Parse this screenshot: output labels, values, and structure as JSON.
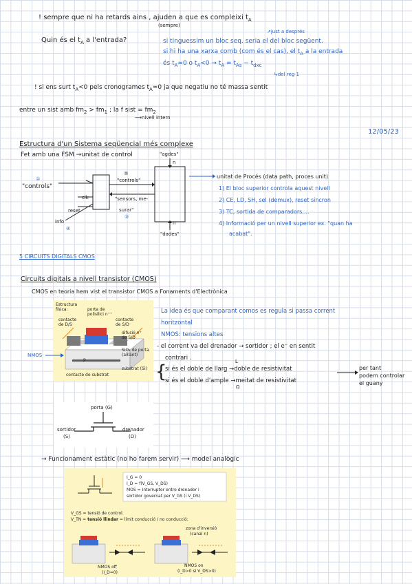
{
  "top": {
    "line1": "! sempre que ni ha retards ains , ajuden a que es compleixi t",
    "line1_sub": "A",
    "line1_paren": "(sempre)",
    "q_label": "Quin és el t",
    "q_sub": "A",
    "q_label2": " a l'entrada?",
    "ans1": "si tinguessim un bloc seq. seria el del bloc següent.",
    "ans1_note": "↗just a després",
    "ans2": "si hi ha una xarxa comb (com és el cas), el t",
    "ans2b": " a la entrada",
    "ans3": "és t",
    "ans3b": "=0 o t",
    "ans3c": "<0 → t",
    "ans3d": " = t",
    "ans3e": " − t",
    "ans3_note": "↳del reg 1",
    "sub_A": "A",
    "sub_As": "As",
    "sub_dxc": "dxc",
    "line4": "! si ens surt t",
    "line4b": "<0 pels cronogrames t",
    "line4c": "=0 ja que negatiu no té massa sentit",
    "line5": "entre un sist amb fm",
    "line5_sub1": "2",
    "line5b": " > fm",
    "line5_sub2": "1",
    "line5c": " ; la f sist = fm",
    "line5_sub3": "2",
    "line5_note": "⟶nivell intern"
  },
  "date": "12/05/23",
  "section1": {
    "title": "Estructura d'un Sistema seqüencial més complexe",
    "sub": "Fet amb una FSM →unitat de control",
    "label_agdes": "\"agdes\"",
    "label_n_top": "n",
    "label_controls_right": "\"controls\"",
    "circle2": "②",
    "label_sensors": "\"sensors, me-",
    "label_sensors2": "surar\"",
    "circle3": "③",
    "circle1": "①",
    "label_controls_left": "\"controls\"",
    "clk": "clk",
    "reset": "reset",
    "info": "info",
    "circle4": "④",
    "label_n_bottom": "n",
    "label_dades": "\"dades\"",
    "unit_title": "unitat de Procés (data path, proces unit)",
    "items": [
      "1) El bloc superior controla aquest nivell",
      "2) CE, LD, SH, sel (demux), reset síncron",
      "3) TC, sortida de comparadors,...",
      "4) Informació per un nivell superior ex. \"quan ha",
      "acabat\"."
    ]
  },
  "section2": {
    "title": "5 CIRCUITS DIGITALS CMOS",
    "sub_title": "Circuits digitals a nivell transistor (CMOS)",
    "intro": "CMOS en teoria hem vist el transistor CMOS a Fonaments d'Electrònica",
    "fig1": {
      "title": "Estructura física:",
      "porta": "porta de polisilici n⁺⁺",
      "contacte_ds": "contacte de D/S",
      "contacte_sd": "contacte de S/D",
      "difusio": "difusió n⁺ de S/D",
      "sio2": "SiO₂ de porta (aïllant)",
      "substrat": "substrat (Si)",
      "contacte_substrat": "contacte de substrat",
      "p": "p"
    },
    "nmos_label": "NMOS",
    "text": [
      "La idea és que comparant comos es regula si passa corrent",
      "horitzontal",
      "NMOS: tensions altes",
      "- el corrent va del drenador → sortidor ; el e⁻ en sentit",
      "contrari .",
      "si és el doble de llarg →doble de resistivitat",
      "si és el doble d'ample →meitat de resistivitat"
    ],
    "L": "L",
    "omega": "Ω",
    "per_tant": [
      "per tant",
      "podem controlar",
      "el guany"
    ],
    "symbol": {
      "porta": "porta (G)",
      "sortidor": "sortidor",
      "sortidor_s": "(S)",
      "drenador": "drenador",
      "drenador_d": "(D)"
    },
    "func_title": "→ Funcionament estàtic (no ho farem servir) ⟶ model analògic",
    "fig2": {
      "bullets": [
        "I_G = 0",
        "I_D = f(V_GS, V_DS)",
        "MOS = Interruptor entre drenador i",
        "sortidor governat per V_GS (i V_DS)"
      ],
      "vgs_def": "V_GS = tensió de control.",
      "vth_def_a": "V_TN = ",
      "vth_def_b": "tensió llindar",
      "vth_def_c": " = límit conducció / no conducció:",
      "off_label": "NMOS off",
      "off_sub": "(I_D=0)",
      "on_label": "NMOS on",
      "on_sub": "(I_D>0 si V_DS>0)",
      "zona": "zona d'inversió",
      "canal": "(canal n)"
    }
  }
}
